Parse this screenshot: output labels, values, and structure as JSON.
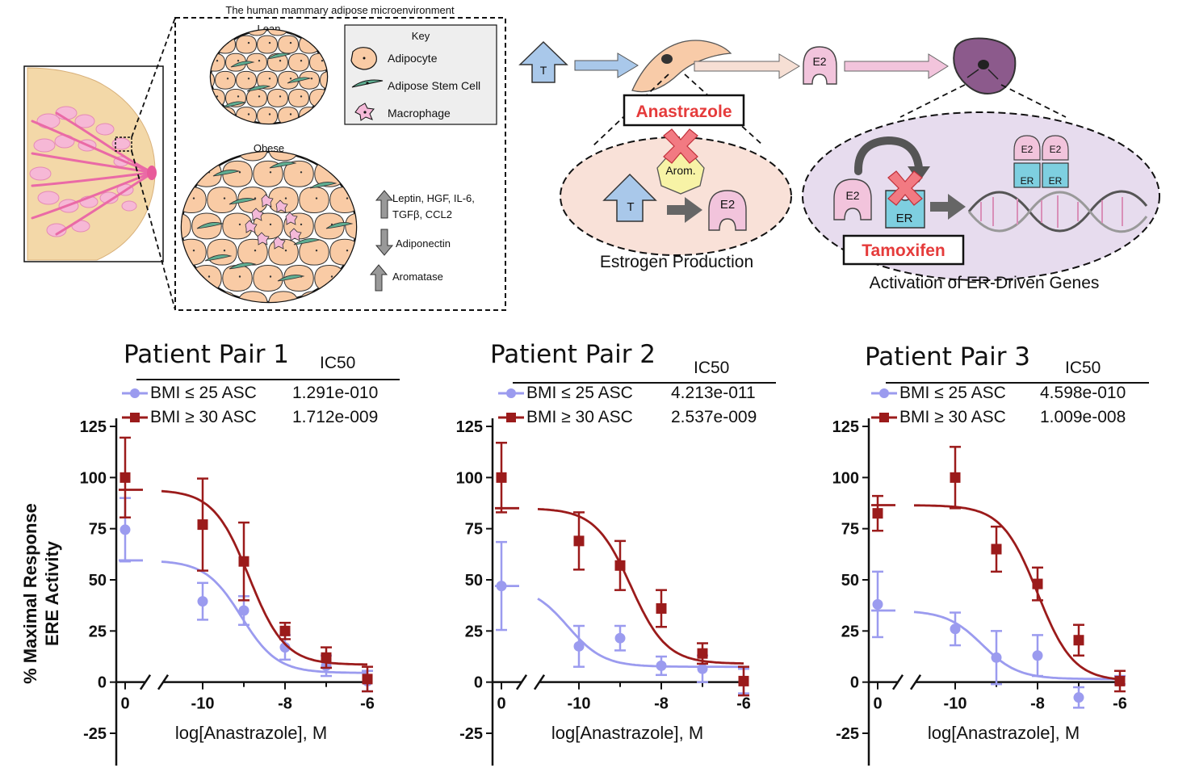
{
  "diagram": {
    "adipose_title": "The human mammary adipose microenvironment",
    "lean_label": "Lean",
    "obese_label": "Obese",
    "key_title": "Key",
    "key_items": [
      "Adipocyte",
      "Adipose Stem Cell",
      "Macrophage"
    ],
    "up_factors_line1": "Leptin, HGF, IL-6,",
    "up_factors_line2": "TGFβ, CCL2",
    "down_factor": "Adiponectin",
    "up_factor2": "Aromatase",
    "testosterone": "T",
    "estradiol": "E2",
    "aromatase_short": "Arom.",
    "estrogen_receptor": "ER",
    "drug1": "Anastrazole",
    "drug2": "Tamoxifen",
    "caption1": "Estrogen Production",
    "caption2": "Activation of ER-Driven Genes",
    "colors": {
      "accent_red": "#e53b3b",
      "adipocyte": "#f9cba5",
      "asc": "#5fae92",
      "macrophage": "#f4b9d8",
      "testosterone": "#a9c8ea",
      "estradiol": "#f2c4dc",
      "er": "#7ecfe0",
      "cancer_cell": "#8c5a8c"
    }
  },
  "chart_data": [
    {
      "type": "scatter",
      "title": "Patient Pair 1",
      "ic50_header": "IC50",
      "xlabel": "log[Anastrazole], M",
      "ylabel_line1": "% Maximal Response",
      "ylabel_line2": "ERE Activity",
      "xlim": [
        -11,
        -6
      ],
      "ylim": [
        -25,
        125
      ],
      "yticks": [
        "125",
        "100",
        "75",
        "50",
        "25",
        "0",
        "-25"
      ],
      "xticks": [
        "0",
        "-10",
        "-8",
        "-6"
      ],
      "series": [
        {
          "name": "BMI ≤ 25 ASC",
          "ic50": "1.291e-010",
          "color": "#9b9bef",
          "marker": "circle",
          "baseline": {
            "y": 74.5,
            "err": 15.5
          },
          "points": [
            {
              "x": -10,
              "y": 39.5,
              "err": 9
            },
            {
              "x": -9,
              "y": 35,
              "err": 7
            },
            {
              "x": -8,
              "y": 17,
              "err": 6
            },
            {
              "x": -7,
              "y": 8,
              "err": 5
            },
            {
              "x": -6,
              "y": 0.5,
              "err": 5
            }
          ],
          "fit": {
            "top": 59.5,
            "bottom": 4.5,
            "logIC50": -9.06
          }
        },
        {
          "name": "BMI ≥ 30 ASC",
          "ic50": "1.712e-009",
          "color": "#9b1b1b",
          "marker": "square",
          "baseline": {
            "y": 100,
            "err": 19.5
          },
          "points": [
            {
              "x": -10,
              "y": 77,
              "err": 22.5
            },
            {
              "x": -9,
              "y": 59,
              "err": 19
            },
            {
              "x": -8,
              "y": 25,
              "err": 4
            },
            {
              "x": -7,
              "y": 12,
              "err": 5
            },
            {
              "x": -6,
              "y": 1.5,
              "err": 6
            }
          ],
          "fit": {
            "top": 94,
            "bottom": 8.5,
            "logIC50": -8.87
          }
        }
      ]
    },
    {
      "type": "scatter",
      "title": "Patient Pair 2",
      "ic50_header": "IC50",
      "xlabel": "log[Anastrazole], M",
      "xlim": [
        -11,
        -6
      ],
      "ylim": [
        -25,
        125
      ],
      "yticks": [
        "125",
        "100",
        "75",
        "50",
        "25",
        "0",
        "-25"
      ],
      "xticks": [
        "0",
        "-10",
        "-8",
        "-6"
      ],
      "series": [
        {
          "name": "BMI ≤ 25 ASC",
          "ic50": "4.213e-011",
          "color": "#9b9bef",
          "marker": "circle",
          "baseline": {
            "y": 47,
            "err": 21.5
          },
          "points": [
            {
              "x": -10,
              "y": 17.5,
              "err": 10
            },
            {
              "x": -9,
              "y": 21.5,
              "err": 6
            },
            {
              "x": -8,
              "y": 8,
              "err": 4.5
            },
            {
              "x": -7,
              "y": 6.5,
              "err": 6.5
            },
            {
              "x": -6,
              "y": 0.5,
              "err": 6
            }
          ],
          "fit": {
            "top": 47,
            "bottom": 7.5,
            "logIC50": -10.27
          }
        },
        {
          "name": "BMI ≥ 30 ASC",
          "ic50": "2.537e-009",
          "color": "#9b1b1b",
          "marker": "square",
          "baseline": {
            "y": 100,
            "err": 17
          },
          "points": [
            {
              "x": -10,
              "y": 69,
              "err": 14
            },
            {
              "x": -9,
              "y": 57,
              "err": 12
            },
            {
              "x": -8,
              "y": 36,
              "err": 9
            },
            {
              "x": -7,
              "y": 14,
              "err": 5
            },
            {
              "x": -6,
              "y": 0.5,
              "err": 7
            }
          ],
          "fit": {
            "top": 85,
            "bottom": 9,
            "logIC50": -8.74
          }
        }
      ]
    },
    {
      "type": "scatter",
      "title": "Patient Pair 3",
      "ic50_header": "IC50",
      "xlabel": "log[Anastrazole], M",
      "xlim": [
        -11,
        -6
      ],
      "ylim": [
        -25,
        125
      ],
      "yticks": [
        "125",
        "100",
        "75",
        "50",
        "25",
        "0",
        "-25"
      ],
      "xticks": [
        "0",
        "-10",
        "-8",
        "-6"
      ],
      "series": [
        {
          "name": "BMI ≤ 25 ASC",
          "ic50": "4.598e-010",
          "color": "#9b9bef",
          "marker": "circle",
          "baseline": {
            "y": 38,
            "err": 16
          },
          "points": [
            {
              "x": -10,
              "y": 26,
              "err": 8
            },
            {
              "x": -9,
              "y": 12,
              "err": 13
            },
            {
              "x": -8,
              "y": 13,
              "err": 10
            },
            {
              "x": -7,
              "y": -7.5,
              "err": 5
            },
            {
              "x": -6,
              "y": 1,
              "err": 2
            }
          ],
          "fit": {
            "top": 35,
            "bottom": 1.5,
            "logIC50": -9.34
          }
        },
        {
          "name": "BMI ≥ 30 ASC",
          "ic50": "1.009e-008",
          "color": "#9b1b1b",
          "marker": "square",
          "baseline": {
            "y": 82.5,
            "err": 8.5
          },
          "points": [
            {
              "x": -10,
              "y": 100,
              "err": 15
            },
            {
              "x": -9,
              "y": 65,
              "err": 11
            },
            {
              "x": -8,
              "y": 48,
              "err": 8
            },
            {
              "x": -7,
              "y": 20.5,
              "err": 7.5
            },
            {
              "x": -6,
              "y": 0.5,
              "err": 5
            }
          ],
          "fit": {
            "top": 86.5,
            "bottom": 0.5,
            "logIC50": -8.0
          }
        }
      ]
    }
  ]
}
